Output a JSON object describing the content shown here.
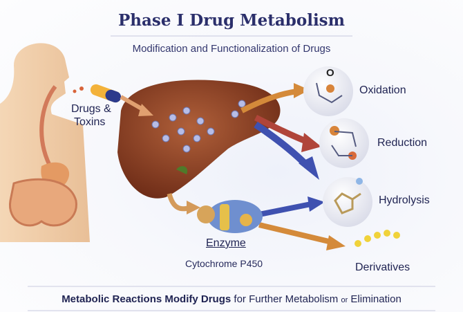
{
  "header": {
    "title": "Phase I Drug Metabolism",
    "subtitle": "Modification and Functionalization of Drugs"
  },
  "input": {
    "label_line1": "Drugs &",
    "label_line2": "Toxins"
  },
  "enzyme": {
    "label": "Enzyme",
    "name": "Cytochrome P450"
  },
  "reactions": [
    {
      "label": "Oxidation",
      "badge": "O"
    },
    {
      "label": "Reduction"
    },
    {
      "label": "Hydrolysis"
    },
    {
      "label": "Derivatives"
    }
  ],
  "footer": {
    "part1": "Metabolic Reactions Modify Drugs",
    "part2": "for Further Metabolism",
    "part3": "or",
    "part4": "Elimination"
  },
  "colors": {
    "title": "#2b2f6b",
    "liver": "#8c3f22",
    "arrow_orange": "#d48a3a",
    "arrow_red": "#b0453a",
    "arrow_blue": "#3f51b0"
  }
}
